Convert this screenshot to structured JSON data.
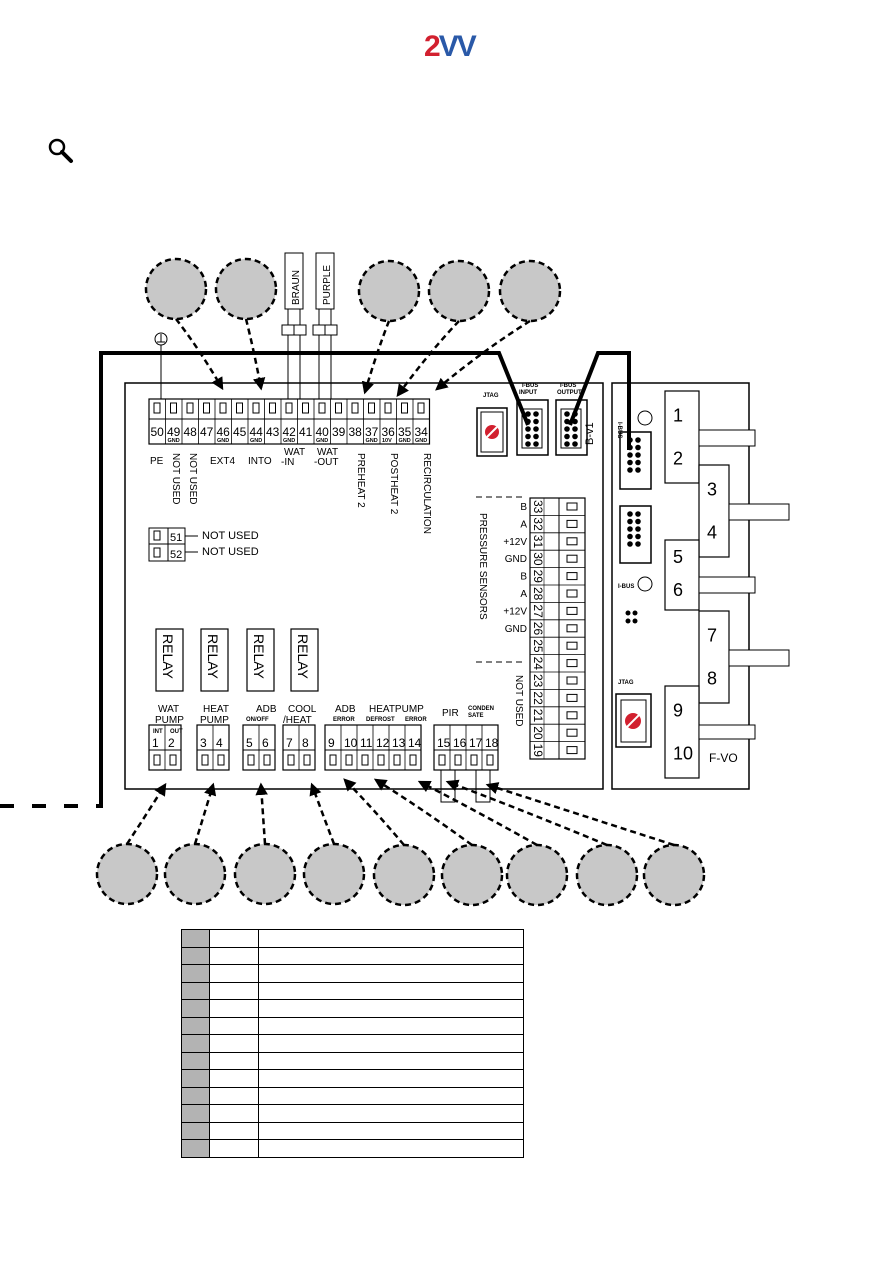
{
  "brand": {
    "logo_text_a": "2",
    "logo_text_b": "VV"
  },
  "board": {
    "top_terminals": [
      "50",
      "49",
      "48",
      "47",
      "46",
      "45",
      "44",
      "43",
      "42",
      "41",
      "40",
      "39",
      "38",
      "37",
      "36",
      "35",
      "34"
    ],
    "gnd": "GND",
    "v10": "10V",
    "top_groups": [
      "PE",
      "EXT4",
      "INTO",
      "WAT\n-IN",
      "WAT\n-OUT"
    ],
    "vertical_labels": [
      "NOT USED",
      "NOT USED",
      "PREHEAT 2",
      "POSTHEAT 2",
      "RECIRCULATION"
    ],
    "sensor_braun": "BRAUN",
    "sensor_purple": "PURPLE",
    "jtag": "JTAG",
    "ibus_input": "I-BUS\nINPUT",
    "ibus_output": "I-BUS\nOUTPUT",
    "board_version": "B-v1",
    "t51": "51",
    "t52": "52",
    "not_used_a": "NOT USED",
    "not_used_b": "NOT USED",
    "pressure_sensors": "PRESSURE SENSORS",
    "right_terminals": [
      "33",
      "32",
      "31",
      "30",
      "29",
      "28",
      "27",
      "26",
      "25",
      "24",
      "23",
      "22",
      "21",
      "20",
      "19"
    ],
    "right_signals": [
      "B",
      "A",
      "+12V",
      "GND",
      "B",
      "A",
      "+12V",
      "GND"
    ],
    "not_used_vertical": "NOT USED",
    "relay": "RELAY",
    "bottom_terminals": [
      "1",
      "2",
      "3",
      "4",
      "5",
      "6",
      "7",
      "8",
      "9",
      "10",
      "11",
      "12",
      "13",
      "14",
      "15",
      "16",
      "17",
      "18"
    ],
    "int": "INT",
    "out": "OUT",
    "wat_pump": "WAT\nPUMP",
    "heat_pump": "HEAT\nPUMP",
    "adb": "ADB",
    "on_off": "ON/OFF",
    "cool_heat": "COOL\n/HEAT",
    "adb_error": "ADB",
    "error": "ERROR",
    "heatpump": "HEATPUMP",
    "defrost": "DEFROST",
    "error2": "ERROR",
    "pir": "PIR",
    "condensate": "CONDEN\nSATE"
  },
  "fvo": {
    "label": "F-VO",
    "terminals": [
      "1",
      "2",
      "3",
      "4",
      "5",
      "6",
      "7",
      "8",
      "9",
      "10"
    ],
    "ibus": "I-BUS",
    "ibus2": "I-BUS",
    "jtag": "JTAG"
  },
  "legend_rows": 13,
  "colors": {
    "logo_red": "#d2202f",
    "logo_blue": "#2a59a8",
    "callout_fill": "#c8c8c8",
    "legend_fill": "#b3b3b3"
  }
}
